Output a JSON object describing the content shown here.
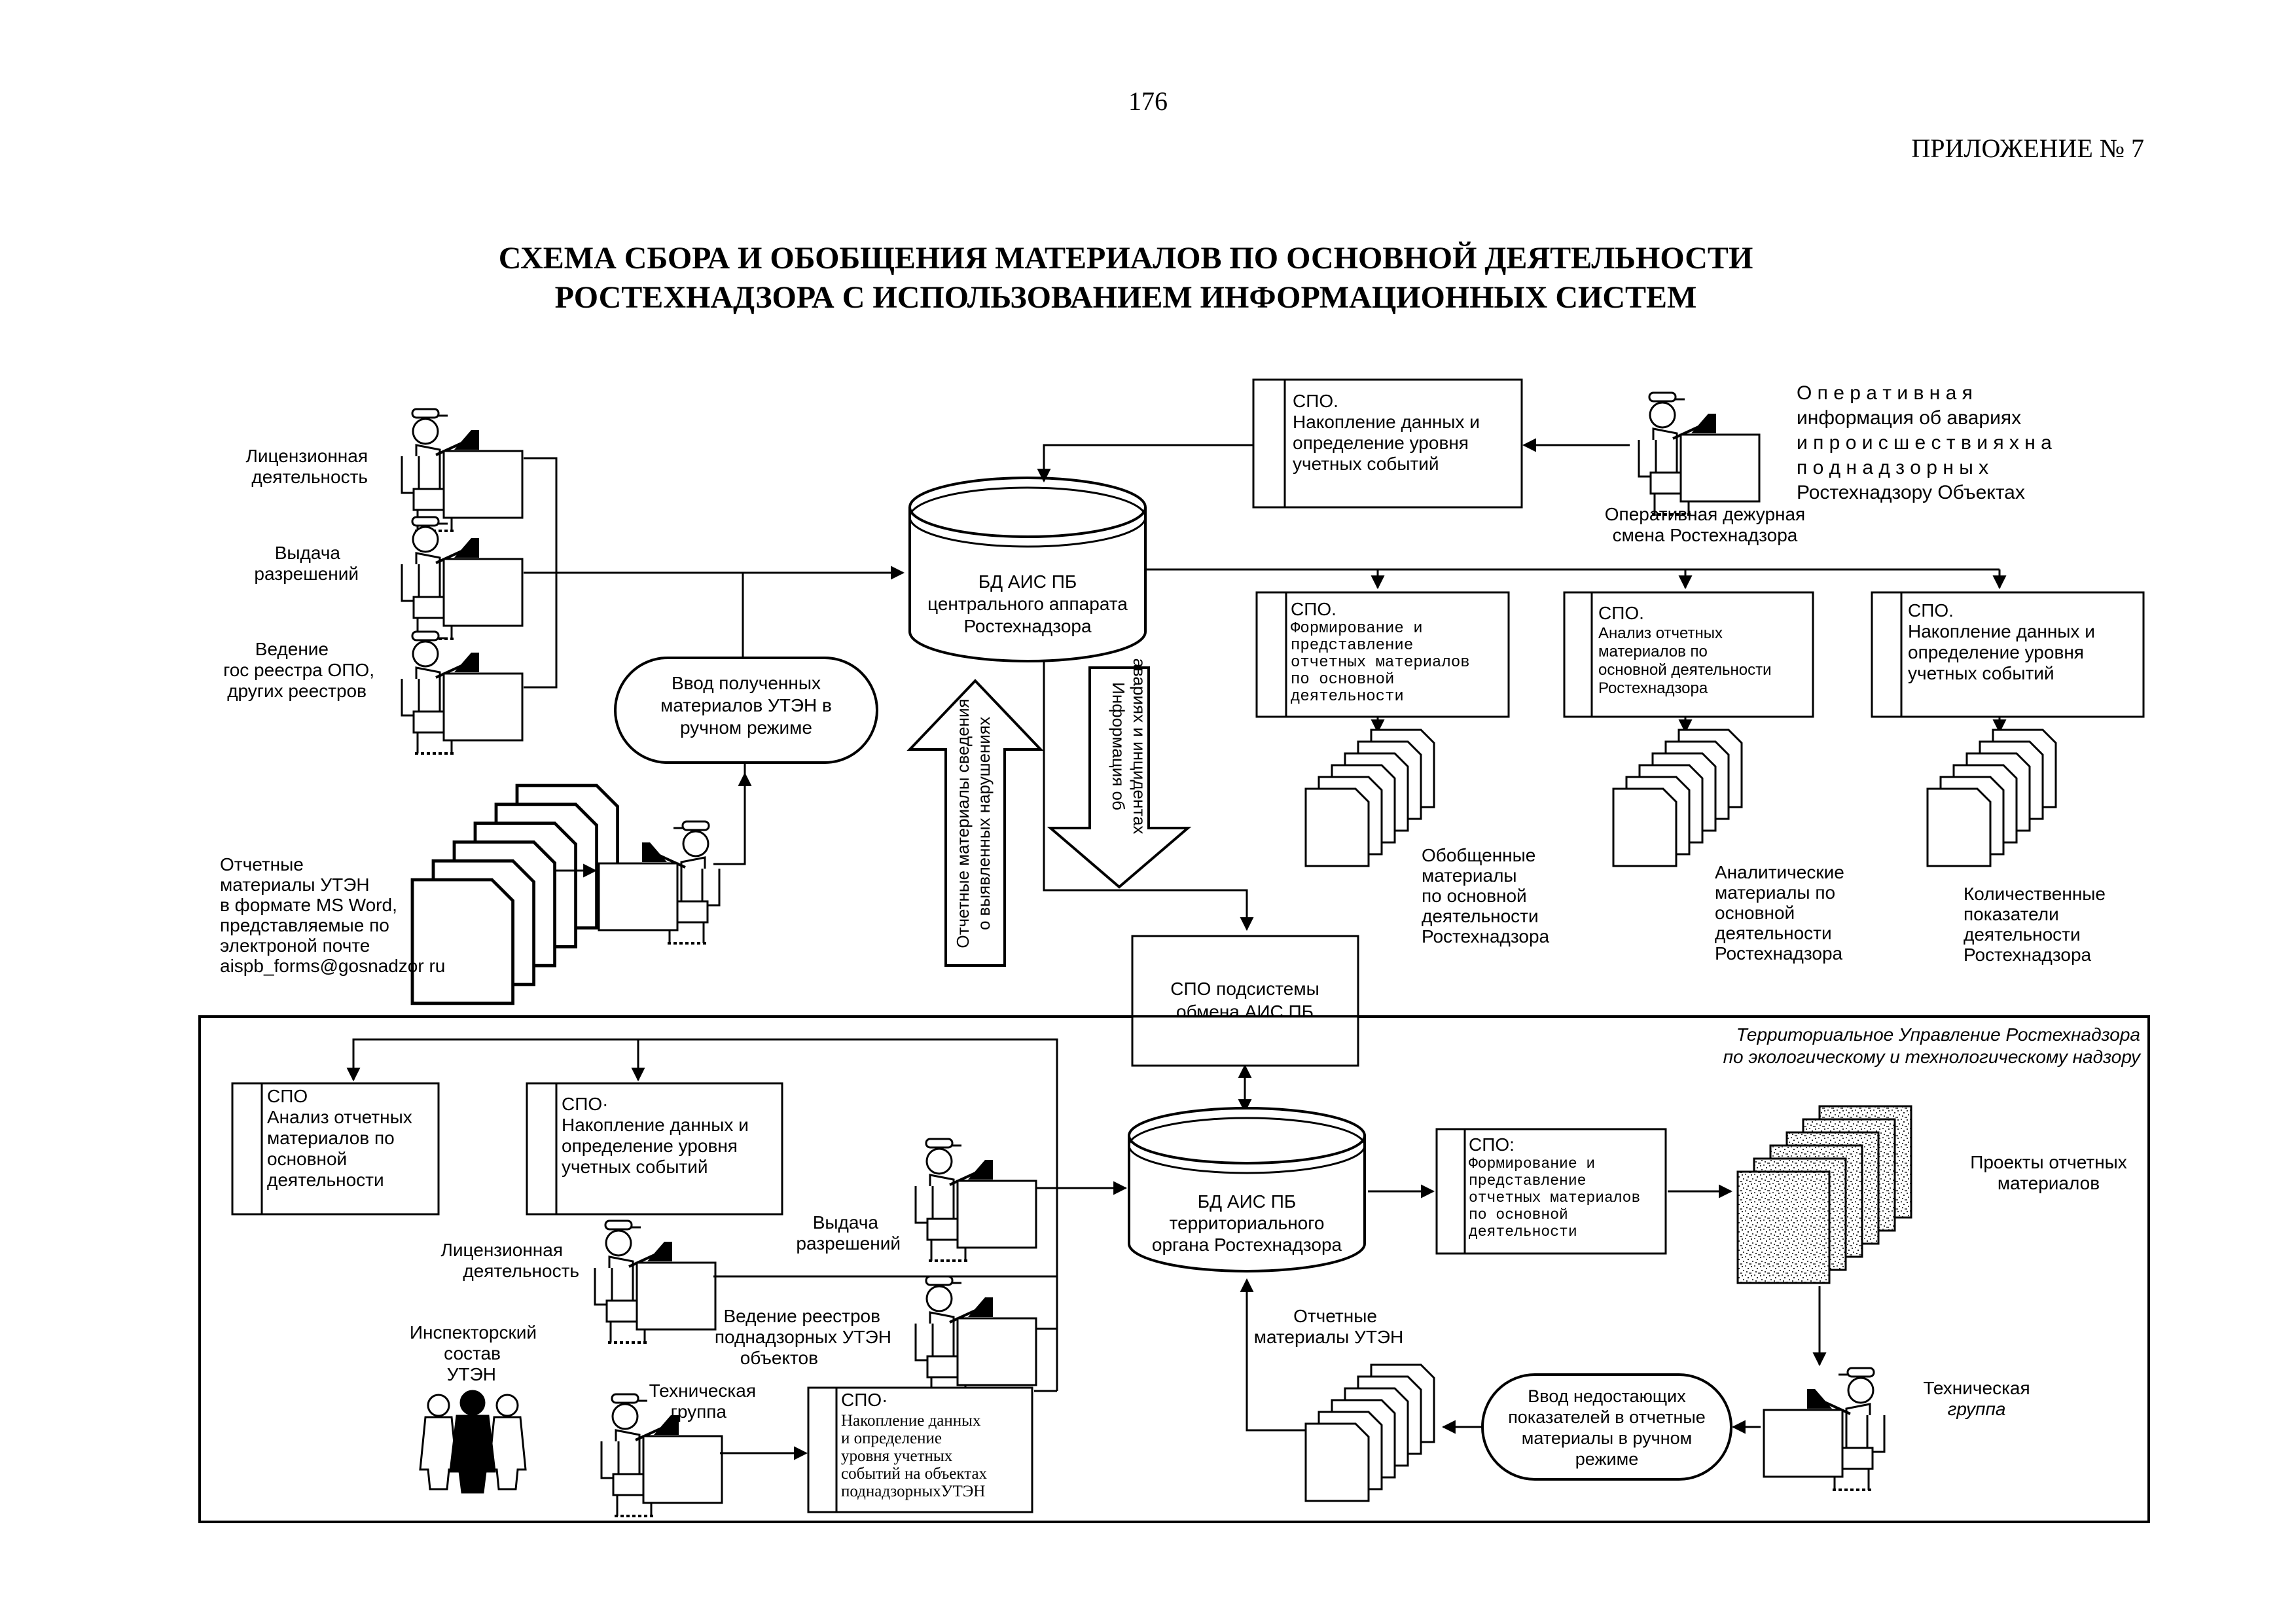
{
  "page_number": "176",
  "appendix_label": "ПРИЛОЖЕНИЕ № 7",
  "title_lines": [
    "СХЕМА СБОРА И ОБОБЩЕНИЯ МАТЕРИАЛОВ ПО ОСНОВНОЙ ДЕЯТЕЛЬНОСТИ",
    "РОСТЕХНАДЗОРА С ИСПОЛЬЗОВАНИЕМ ИНФОРМАЦИОННЫХ СИСТЕМ"
  ],
  "left_roles": {
    "licensing": [
      "Лицензионная",
      "деятельность"
    ],
    "permits": [
      "Выдача",
      "разрешений"
    ],
    "registry": [
      "Ведение",
      "гос  реестра ОПО,",
      "других реестров"
    ]
  },
  "reports_source": [
    "Отчетные",
    "материалы УТЭН",
    "в формате MS Word,",
    "представляемые по",
    "электроной почте",
    "aispb_forms@gosnadzor ru"
  ],
  "manual_entry_central": [
    "Ввод полученных",
    "материалов УТЭН в",
    "ручном режиме"
  ],
  "central_db": [
    "БД АИС ПБ",
    "центрального аппарата",
    "Ростехнадзора"
  ],
  "top_spo": [
    "СПО.",
    "Накопление данных и",
    "определение уровня",
    "учетных событий"
  ],
  "duty_shift": [
    "Оперативная дежурная",
    "смена Ростехнадзора"
  ],
  "operational_info": [
    "О п е р а т и в н а я",
    "информация об авариях",
    "и  п р о и с ш е с т в и я х  н а",
    "п о д н а д з о р н ы х",
    "Ростехнадзору Объектах"
  ],
  "arrow_up_label": [
    "Отчетные материалы сведения",
    "о выявленных нарушениях"
  ],
  "arrow_down_label": [
    "Информация об",
    "авариях и инцидентах"
  ],
  "spo_formation": [
    "СПО.",
    "Формирование и",
    "представление",
    "отчетных материалов",
    "по   основной",
    "деятельности"
  ],
  "spo_analysis": [
    "СПО.",
    "Анализ отчетных",
    "материалов по",
    "основной деятельности",
    "Ростехнадзора"
  ],
  "spo_accumulate_right": [
    "СПО.",
    "Накопление данных и",
    "определение уровня",
    "учетных событий"
  ],
  "out_generalized": [
    "Обобщенные",
    "материалы",
    "по основной",
    "деятельности",
    "Ростехнадзора"
  ],
  "out_analytic": [
    "Аналитические",
    "материалы по",
    "основной",
    "деятельности",
    "Ростехнадзора"
  ],
  "out_quantitative": [
    "Количественные",
    "показатели",
    "деятельности",
    "Ростехнадзора"
  ],
  "spo_exchange": [
    "СПО подсистемы",
    "обмена АИС ПБ"
  ],
  "territorial_label": [
    "Территориальное Управление Ростехнадзора",
    "по экологическому и технологическому надзору"
  ],
  "t_spo_analysis": [
    "СПО",
    "Анализ отчетных",
    "материалов по",
    "основной",
    "деятельности"
  ],
  "t_spo_accumulate": [
    "СПО·",
    "Накопление данных и",
    "определение уровня",
    "учетных событий"
  ],
  "t_permits": [
    "Выдача",
    "разрешений"
  ],
  "t_licensing": [
    "Лицензионная",
    "деятельность"
  ],
  "t_registry": [
    "Ведение реестров",
    "поднадзорных УТЭН",
    "объектов"
  ],
  "t_inspectors": [
    "Инспекторский",
    "состав",
    "УТЭН"
  ],
  "t_tech_group": [
    "Техническая",
    "группа"
  ],
  "t_spo_objects": [
    "СПО·",
    "Накопление данных",
    "и определение",
    "уровня учетных",
    "событий на объектах",
    "поднадзорныхУТЭН"
  ],
  "territorial_db": [
    "БД АИС ПБ",
    "территориального",
    "органа Ростехнадзора"
  ],
  "t_spo_formation": [
    "СПО:",
    "Формирование и",
    "представление",
    "отчетных материалов",
    "по   основной",
    "деятельности"
  ],
  "drafts_label": [
    "Проекты отчетных",
    "материалов"
  ],
  "t_reports_label": [
    "Отчетные",
    "материалы УТЭН"
  ],
  "t_manual_entry": [
    "Ввод недостающих",
    "показателей в отчетные",
    "материалы в ручном",
    "режиме"
  ],
  "t_tech_group_right": [
    "Техническая",
    "группа"
  ]
}
